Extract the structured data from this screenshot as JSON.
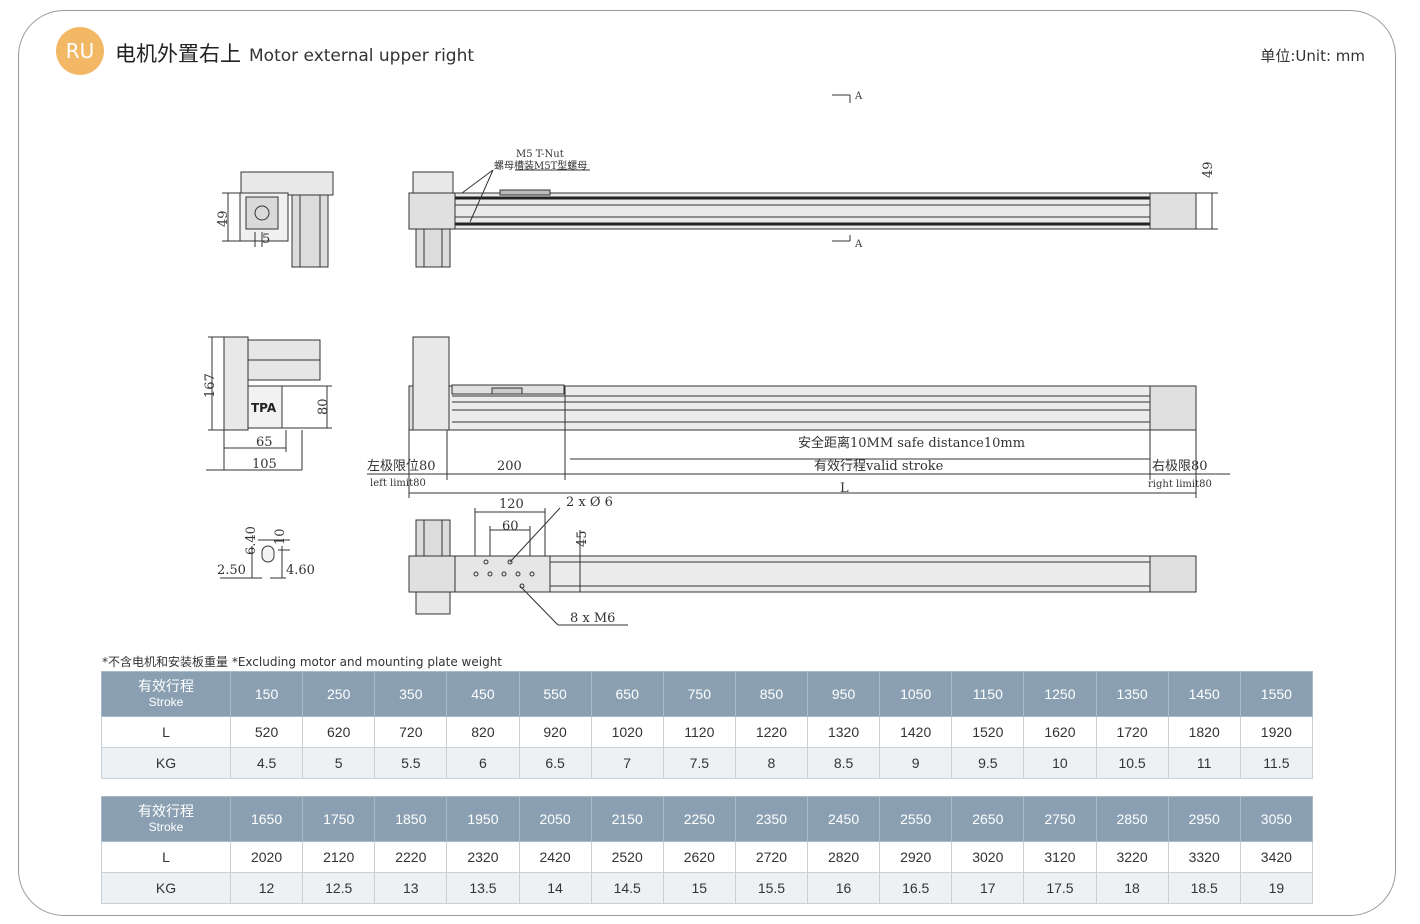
{
  "badge": "RU",
  "title_cn": "电机外置右上",
  "title_en": "Motor external upper right",
  "unit": "单位:Unit: mm",
  "drawing": {
    "section_mark": "A",
    "tnut_en": "M5 T-Nut",
    "tnut_cn": "螺母槽装M5T型螺母",
    "dim_49": "49",
    "dim_5": "5",
    "dim_167": "167",
    "dim_80": "80",
    "dim_65": "65",
    "dim_105": "105",
    "brand": "TPA",
    "left_limit_cn": "左极限位80",
    "left_limit_en": "left limit80",
    "dim_200": "200",
    "safe_distance": "安全距离10MM safe distance10mm",
    "valid_stroke": "有效行程valid stroke",
    "right_limit_cn": "右极限80",
    "right_limit_en": "right limit80",
    "dim_L": "L",
    "dim_120": "120",
    "dim_60": "60",
    "holes": "2 x Ø 6",
    "dim_45": "45",
    "threads": "8 x M6",
    "dim_640": "6.40",
    "dim_10": "10",
    "dim_250": "2.50",
    "dim_460": "4.60"
  },
  "note": "*不含电机和安装板重量 *Excluding motor and mounting plate weight",
  "tables": [
    {
      "header_cn": "有效行程",
      "header_en": "Stroke",
      "strokes": [
        "150",
        "250",
        "350",
        "450",
        "550",
        "650",
        "750",
        "850",
        "950",
        "1050",
        "1150",
        "1250",
        "1350",
        "1450",
        "1550"
      ],
      "row_L_label": "L",
      "L": [
        "520",
        "620",
        "720",
        "820",
        "920",
        "1020",
        "1120",
        "1220",
        "1320",
        "1420",
        "1520",
        "1620",
        "1720",
        "1820",
        "1920"
      ],
      "row_KG_label": "KG",
      "KG": [
        "4.5",
        "5",
        "5.5",
        "6",
        "6.5",
        "7",
        "7.5",
        "8",
        "8.5",
        "9",
        "9.5",
        "10",
        "10.5",
        "11",
        "11.5"
      ]
    },
    {
      "header_cn": "有效行程",
      "header_en": "Stroke",
      "strokes": [
        "1650",
        "1750",
        "1850",
        "1950",
        "2050",
        "2150",
        "2250",
        "2350",
        "2450",
        "2550",
        "2650",
        "2750",
        "2850",
        "2950",
        "3050"
      ],
      "row_L_label": "L",
      "L": [
        "2020",
        "2120",
        "2220",
        "2320",
        "2420",
        "2520",
        "2620",
        "2720",
        "2820",
        "2920",
        "3020",
        "3120",
        "3220",
        "3320",
        "3420"
      ],
      "row_KG_label": "KG",
      "KG": [
        "12",
        "12.5",
        "13",
        "13.5",
        "14",
        "14.5",
        "15",
        "15.5",
        "16",
        "16.5",
        "17",
        "17.5",
        "18",
        "18.5",
        "19"
      ]
    }
  ]
}
